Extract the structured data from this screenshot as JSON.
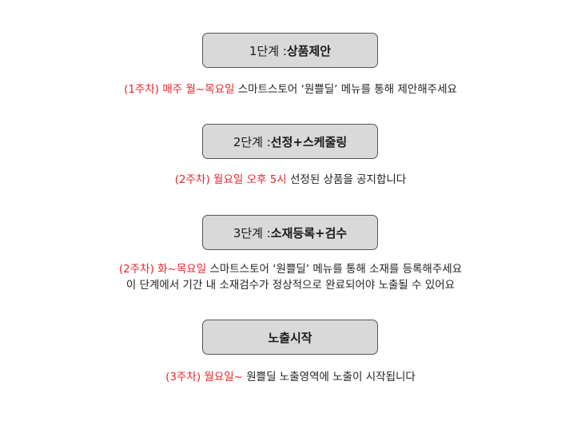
{
  "steps": [
    {
      "title_prefix": "1단계 : ",
      "title_bold": "상품제안",
      "lines": [
        {
          "highlight": "(1주차) 매주 월~목요일",
          "text": " 스마트스토어 ‘원쁠딜’ 메뉴를 통해 제안해주세요"
        }
      ]
    },
    {
      "title_prefix": "2단계 : ",
      "title_bold": "선정+스케줄링",
      "lines": [
        {
          "highlight": "(2주차) 월요일 오후 5시",
          "text": " 선정된 상품을 공지합니다"
        }
      ]
    },
    {
      "title_prefix": "3단계 : ",
      "title_bold": "소재등록+검수",
      "lines": [
        {
          "highlight": "(2주차) 화~목요일",
          "text": " 스마트스토어 ‘원쁠딜’ 메뉴를 통해 소재를 등록해주세요"
        },
        {
          "highlight": "",
          "text": "이 단계에서 기간 내 소재검수가 정상적으로 완료되어야 노출될 수 있어요"
        }
      ]
    },
    {
      "title_prefix": "",
      "title_bold": "노출시작",
      "lines": [
        {
          "highlight": "(3주차) 월요일~",
          "text": " 원쁠딜 노출영역에 노출이 시작됩니다"
        }
      ]
    }
  ],
  "colors": {
    "highlight": "#e8262b",
    "box_fill": "#d9d9d9",
    "box_border": "#555555"
  }
}
